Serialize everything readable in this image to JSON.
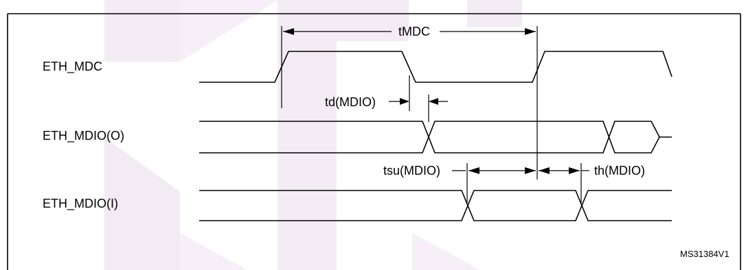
{
  "title_partial": "Figure. Ethernet SMI timing diagram",
  "signals": {
    "mdc": "ETH_MDC",
    "mdio_out": "ETH_MDIO(O)",
    "mdio_in": "ETH_MDIO(I)"
  },
  "timings": {
    "tmdc": "tMDC",
    "td": "td(MDIO)",
    "tsu": "tsu(MDIO)",
    "th": "th(MDIO)"
  },
  "figure_id": "MS31384V1",
  "colors": {
    "watermark": "#f3eaf4",
    "line": "#000000"
  }
}
